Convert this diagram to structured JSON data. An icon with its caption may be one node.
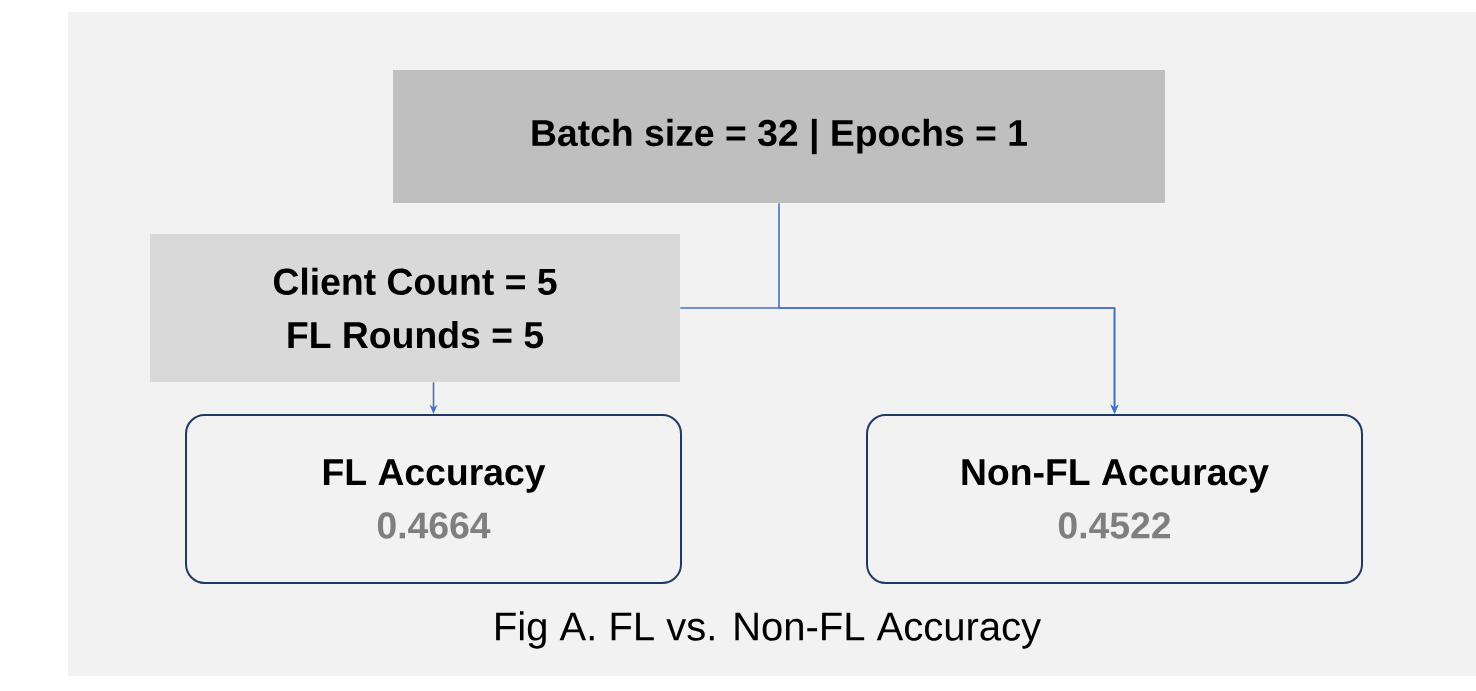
{
  "diagram": {
    "caption": "Fig A. FL vs. Non-FL Accuracy",
    "nodes": [
      {
        "text": [
          "Batch size = 32 | Epochs = 1"
        ]
      },
      {
        "text": [
          "Client Count = 5",
          "FL Rounds = 5"
        ]
      },
      {
        "text": [
          "FL Accuracy",
          "0.4664"
        ]
      },
      {
        "text": [
          "Non-FL Accuracy",
          "0.4522"
        ]
      }
    ],
    "edges": [
      {
        "from": 0,
        "to": 3,
        "arrow": "to"
      },
      {
        "from": 1,
        "to": 3,
        "arrow": "to"
      },
      {
        "from": 1,
        "to": 2,
        "arrow": "to"
      }
    ]
  }
}
